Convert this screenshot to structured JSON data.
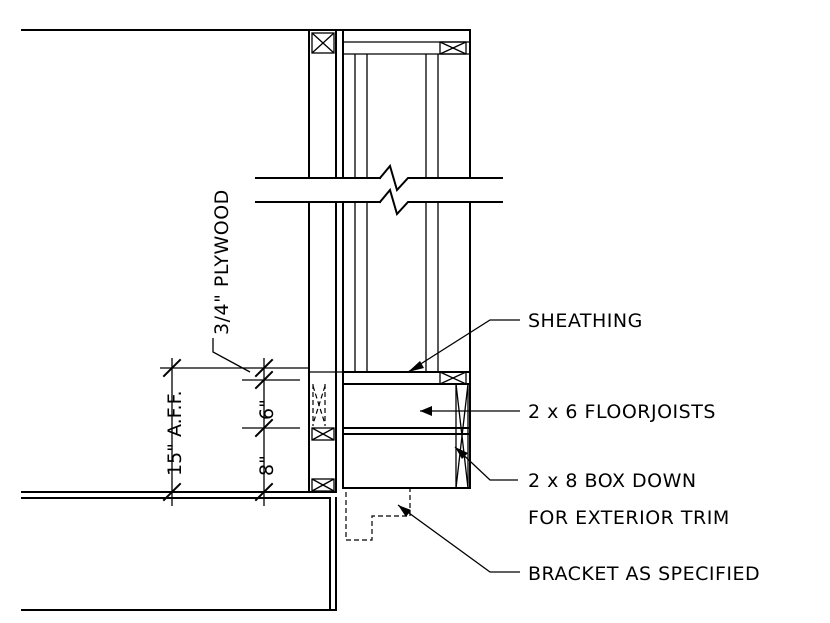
{
  "drawing": {
    "labels": {
      "sheathing": "SHEATHING",
      "floor_joists": "2 x 6 FLOORJOISTS",
      "box_down_line1": "2 x 8 BOX DOWN",
      "box_down_line2": "FOR EXTERIOR TRIM",
      "bracket": "BRACKET AS SPECIFIED",
      "plywood": "3/4\" PLYWOOD"
    },
    "dimensions": {
      "aff": "15\" A.F.F.",
      "eight": "8\"",
      "six": "6\""
    }
  }
}
